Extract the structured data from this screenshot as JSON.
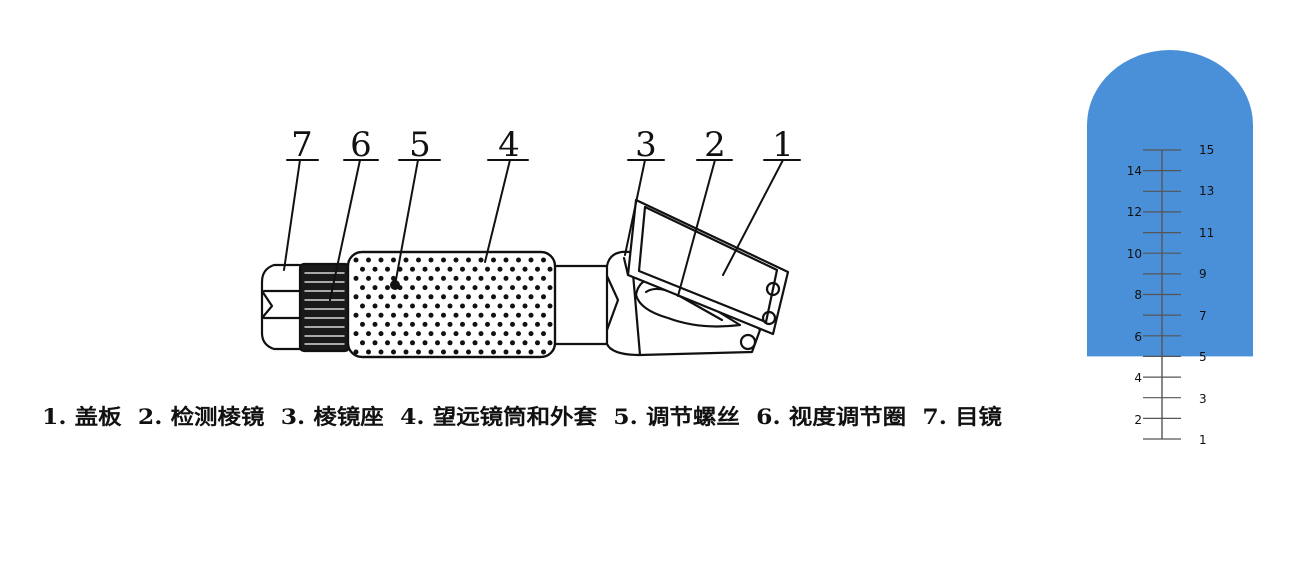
{
  "refractometer": {
    "part_numbers": [
      "7",
      "6",
      "5",
      "4",
      "3",
      "2",
      "1"
    ],
    "caption": "1. 盖板  2. 检测棱镜  3. 棱镜座  4. 望远镜筒和外套  5. 调节螺丝  6. 视度调节圈  7. 目镜"
  },
  "scale_window": {
    "fill_color": "#4a90d9",
    "fill_level": 5,
    "scale_min": 1,
    "scale_max": 15,
    "left_labels": [
      "14",
      "12",
      "10",
      "8",
      "6",
      "4",
      "2"
    ],
    "right_labels": [
      "15",
      "13",
      "11",
      "9",
      "7",
      "5",
      "3",
      "1"
    ]
  }
}
